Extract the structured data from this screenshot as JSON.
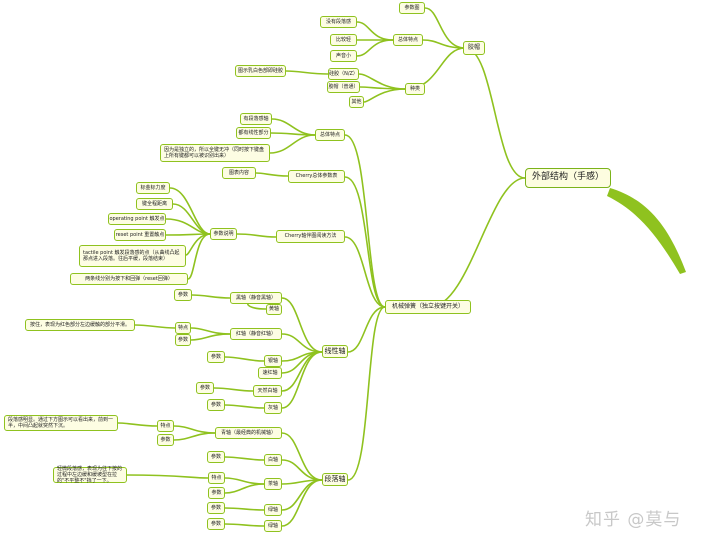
{
  "watermark": "知乎 @莫与",
  "root": "外部结构（手感）",
  "keycap": {
    "label": "胶帽",
    "overall": "总体特点",
    "ref_image": "参数图",
    "no_stage": "没有段落感",
    "light": "比较轻",
    "low_noise": "声音小",
    "kinds": "种类",
    "silicone": "硅胶（N/Z）",
    "rubber": "胶帽（普通）",
    "other": "其他",
    "note": "图示乳白色部即硅胶"
  },
  "mech": {
    "label": "机械弹簧（独立按键开关）",
    "overall": "总体特点",
    "stage": "有段落感轴",
    "linear_part": "都有线性部分",
    "no_conflict": "因为是独立的，所以全键无冲（同时按下键盘上所有键都可以被识别出来）",
    "params": "Cherry总体参数表",
    "chart_content": "图表内容",
    "read_method": "Cherry轴伴图阅读方法",
    "param_desc": "参数说明",
    "actuation": "标金标力度",
    "total": "键全程距离",
    "operating": "operating point 触发点",
    "reset": "reset point 重置触点",
    "tactile": "tactile point 触发段落感的点（从曲线凸起那点进入段落。往后平缓，段落结束）",
    "two_curves": "两条线分别为按下和回弹（reset回弹）",
    "linear": "线性轴",
    "black": "黑轴（静音黑轴）",
    "red": "红轴（静音红轴）",
    "yellow": "黄轴",
    "silver": "银轴",
    "speed_red": "速红轴",
    "gold": "天然白轴",
    "gray": "灰轴",
    "feature": "特点",
    "param": "参数",
    "red_note": "按住，表现为红色部分左边缓触的部分平滑。",
    "paragraph": "段落轴",
    "green": "青轴（最经典的机械轴）",
    "green_note": "段落感明显。通过下方图示可以看出来，前到一半，中间凸起就突然下沉。",
    "tea": "茶轴",
    "tea_note": "轻微段落感，表现为往下按的过程中左边缓和缓坡型在拉的\"不平整不\"挡了一下。",
    "white": "白轴",
    "brown_like": "绿轴"
  }
}
